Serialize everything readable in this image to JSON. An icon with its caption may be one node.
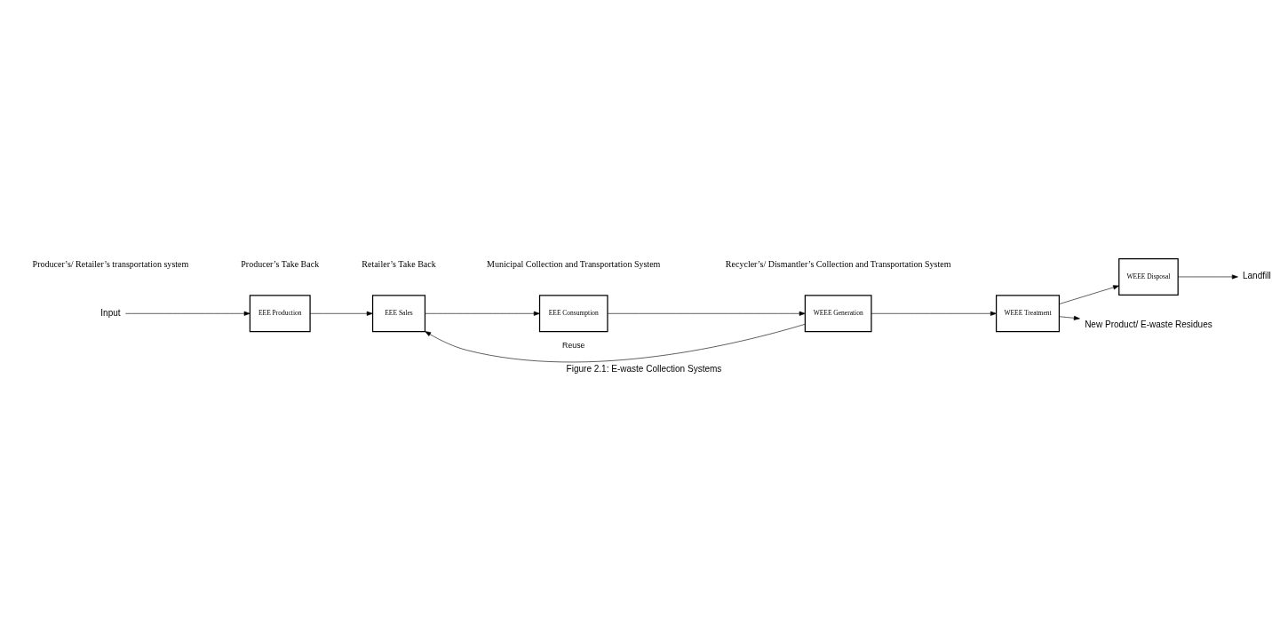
{
  "diagram": {
    "caption": "Figure 2.1: E-waste Collection Systems",
    "nodes": [
      {
        "text": [
          "Input"
        ]
      },
      {
        "text": [
          "EEE Production"
        ]
      },
      {
        "text": [
          "EEE Sales"
        ]
      },
      {
        "text": [
          "EEE Consumption"
        ]
      },
      {
        "text": [
          "WEEE Generation"
        ]
      },
      {
        "text": [
          "WEEE Treatment"
        ]
      },
      {
        "text": [
          "WEEE Disposal"
        ]
      },
      {
        "text": [
          "New Product/ E-waste Residues"
        ]
      },
      {
        "text": [
          "Landfill"
        ]
      }
    ],
    "edges": [
      {
        "from": 0,
        "to": 1,
        "arrow": "to"
      },
      {
        "from": 1,
        "to": 2,
        "arrow": "to"
      },
      {
        "from": 2,
        "to": 3,
        "arrow": "to"
      },
      {
        "from": 3,
        "to": 4,
        "arrow": "to"
      },
      {
        "from": 4,
        "to": 2,
        "arrow": "to",
        "label": "Reuse"
      },
      {
        "from": 4,
        "to": 5,
        "arrow": "to"
      },
      {
        "from": 5,
        "to": 6,
        "arrow": "to"
      },
      {
        "from": 5,
        "to": 7,
        "arrow": "to"
      },
      {
        "from": 6,
        "to": 8,
        "arrow": "to"
      }
    ],
    "labels": [
      "Producer’s/ Retailer’s transportation system",
      "Producer’s Take Back",
      "Retailer’s Take Back",
      "Municipal Collection and Transportation System",
      "Recycler’s/ Dismantler’s Collection and Transportation System"
    ]
  }
}
